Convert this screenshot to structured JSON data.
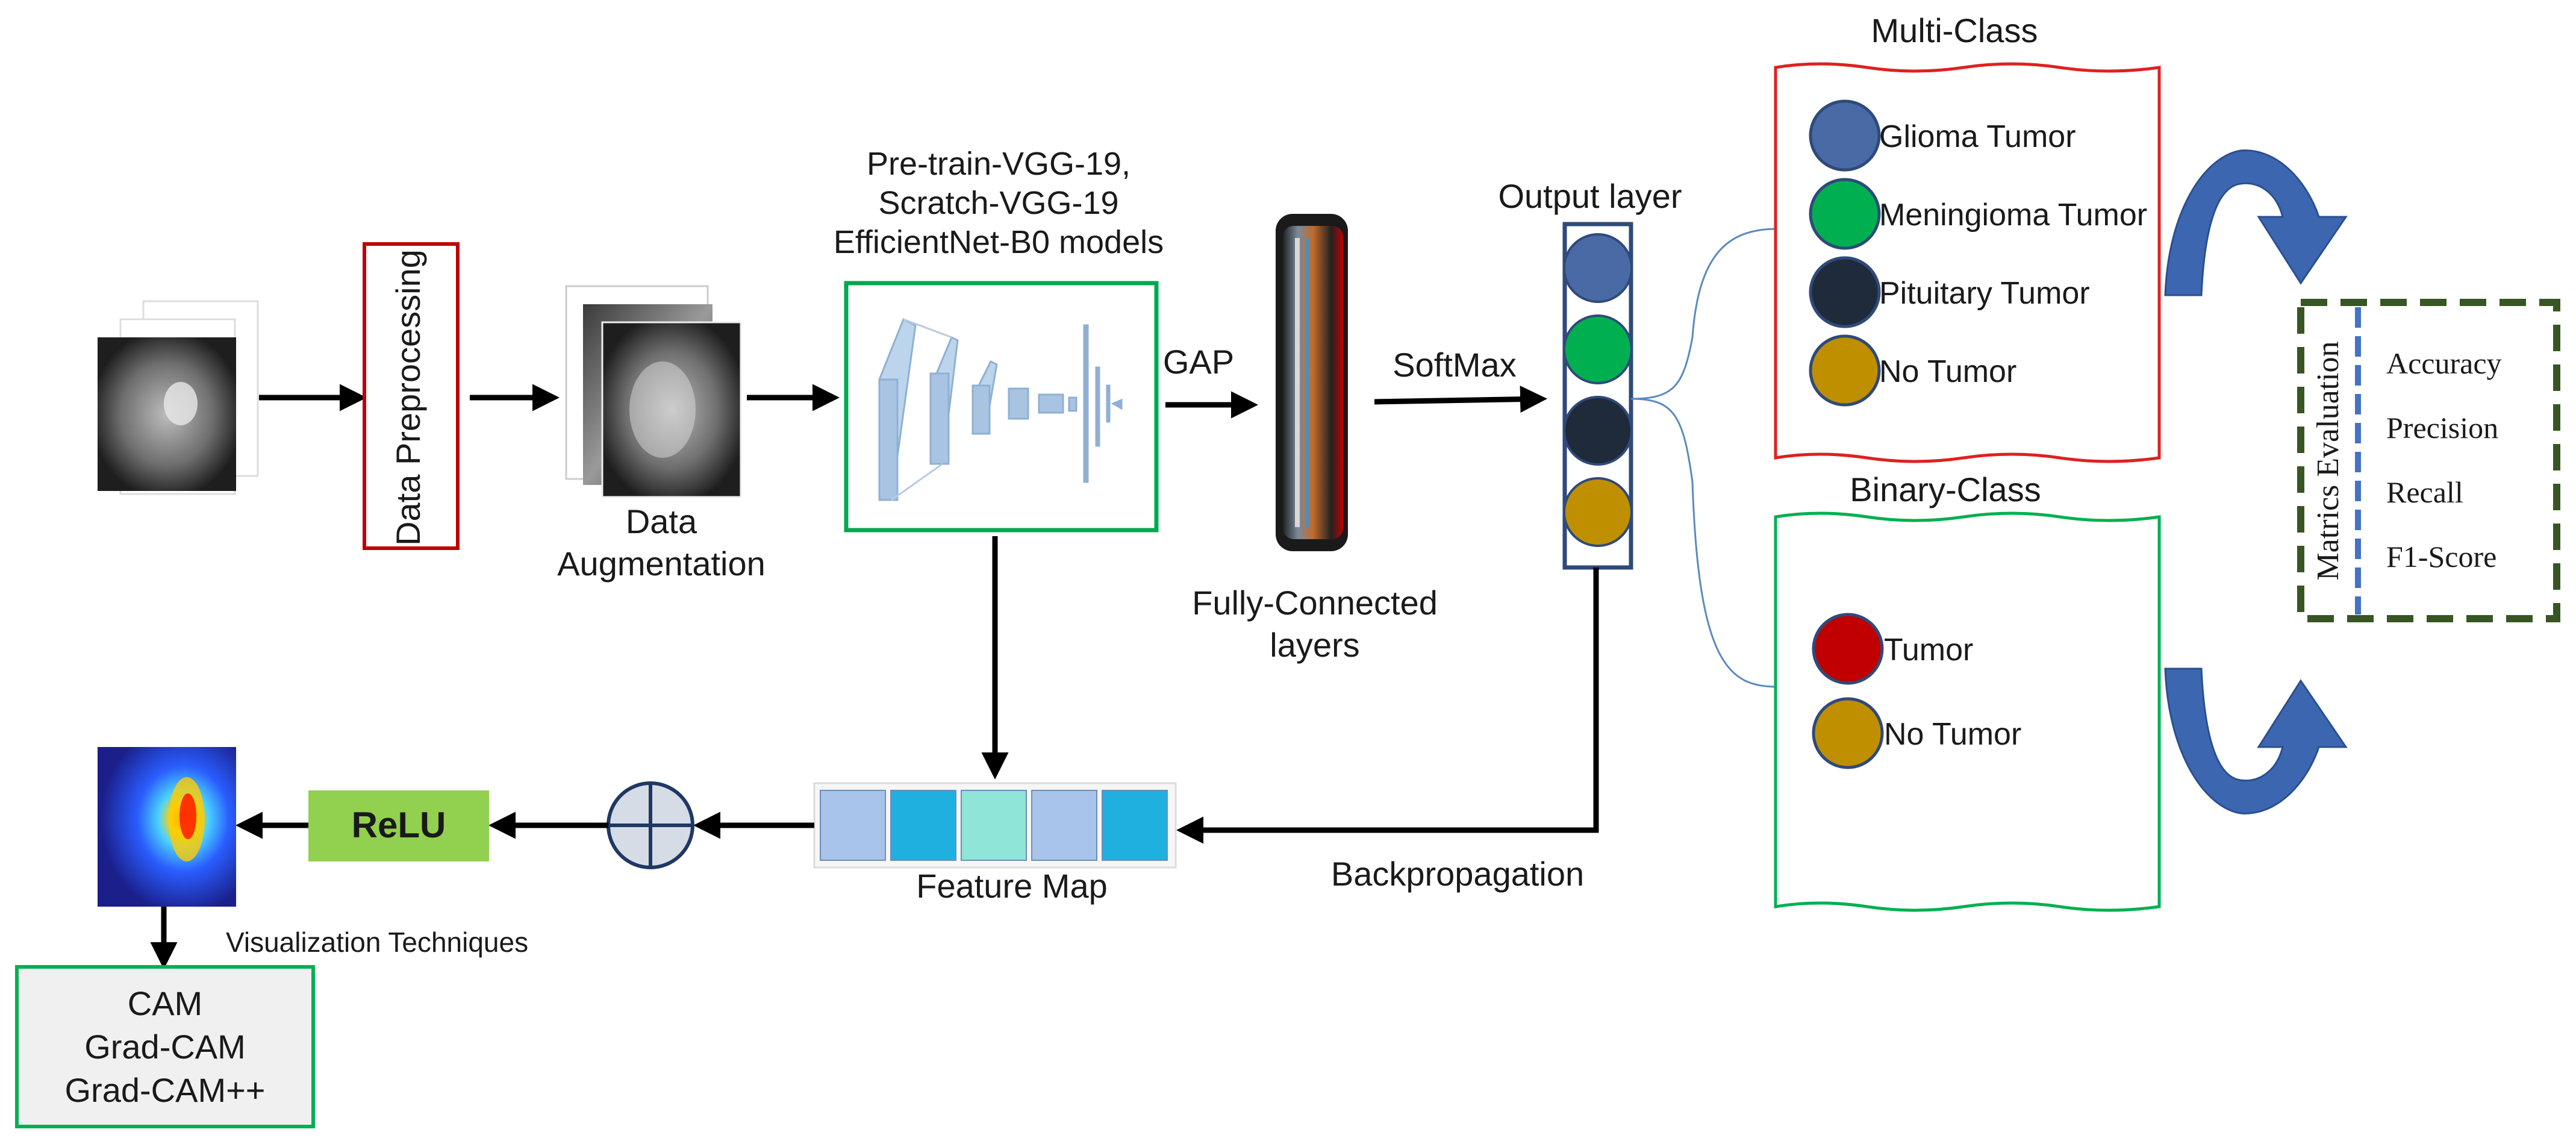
{
  "pipeline": {
    "preprocessing": "Data Preprocessing",
    "augmentation_line1": "Data",
    "augmentation_line2": "Augmentation",
    "models_line1": "Pre-train-VGG-19,",
    "models_line2": "Scratch-VGG-19",
    "models_line3": "EfficientNet-B0 models",
    "gap": "GAP",
    "fc_line1": "Fully-Connected",
    "fc_line2": "layers",
    "softmax": "SoftMax",
    "output_layer": "Output layer"
  },
  "multi_class": {
    "title": "Multi-Class",
    "items": [
      {
        "label": "Glioma Tumor",
        "color": "#4a6aa5"
      },
      {
        "label": "Meningioma Tumor",
        "color": "#00b050"
      },
      {
        "label": "Pituitary Tumor",
        "color": "#1f2a3a"
      },
      {
        "label": "No Tumor",
        "color": "#bf8f00"
      }
    ]
  },
  "binary_class": {
    "title": "Binary-Class",
    "items": [
      {
        "label": "Tumor",
        "color": "#c00000"
      },
      {
        "label": "No Tumor",
        "color": "#bf8f00"
      }
    ]
  },
  "output_nodes": [
    "#4a6aa5",
    "#00b050",
    "#1f2a3a",
    "#bf8f00"
  ],
  "metrics": {
    "title": "Matrics Evaluation",
    "items": [
      "Accuracy",
      "Precision",
      "Recall",
      "F1-Score"
    ]
  },
  "feedback": {
    "backpropagation": "Backpropagation",
    "feature_map": "Feature Map",
    "feature_colors": [
      "#a9c4eb",
      "#1fb0e0",
      "#8fe5d8",
      "#a9c4eb",
      "#1fb0e0"
    ],
    "relu": "ReLU",
    "visualization": "Visualization Techniques",
    "techniques": [
      "CAM",
      "Grad-CAM",
      "Grad-CAM++"
    ]
  },
  "colors": {
    "red_outline": "#e02020",
    "green_outline": "#00b050",
    "model_box": "#00a850",
    "output_box": "#2f4a7a",
    "metrics_border": "#375623",
    "metrics_divider": "#4472c4",
    "relu_fill": "#92d050",
    "curve_arrow": "#3c67b0"
  }
}
